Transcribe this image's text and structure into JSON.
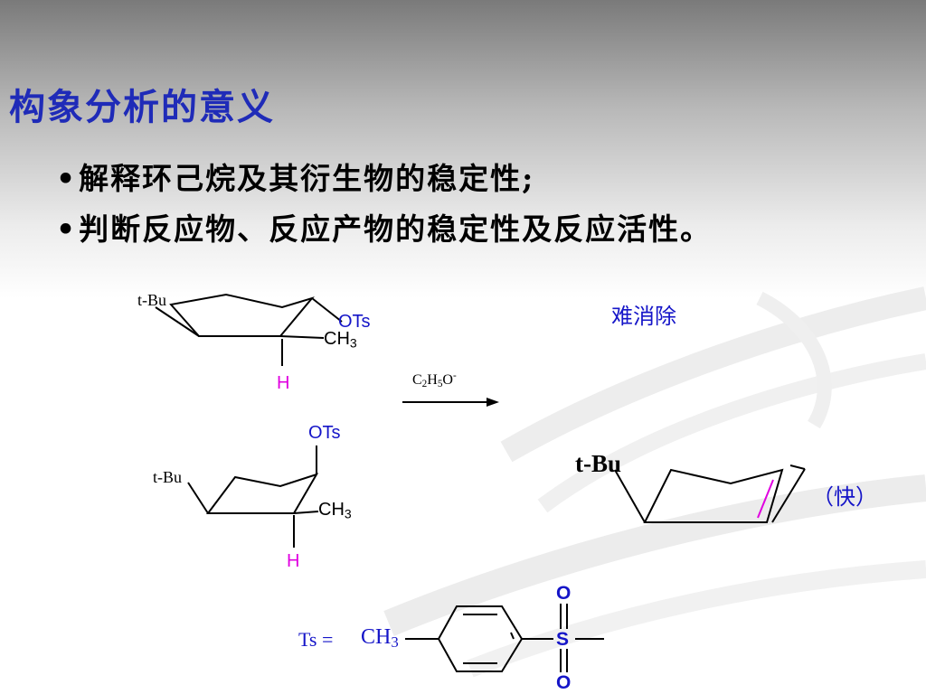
{
  "slide": {
    "title": "构象分析的意义",
    "bullets": [
      "解释环己烷及其衍生物的稳定性;",
      "判断反应物、反应产物的稳定性及反应活性。"
    ]
  },
  "reaction": {
    "reactant_top": {
      "tBu": "t-Bu",
      "leaving_group": "OTs",
      "methyl": "CH",
      "methyl_sub": "3",
      "hydrogen": "H"
    },
    "reactant_bottom": {
      "tBu": "t-Bu",
      "leaving_group": "OTs",
      "methyl": "CH",
      "methyl_sub": "3",
      "hydrogen": "H"
    },
    "reagent": {
      "c": "C",
      "c_sub": "2",
      "h": "H",
      "h_sub": "5",
      "o": "O",
      "charge": "-"
    },
    "slow_note": "难消除",
    "product": {
      "tBu": "t-Bu"
    },
    "fast_note": "（快）"
  },
  "ts_definition": {
    "prefix": "Ts =",
    "methyl": "CH",
    "methyl_sub": "3",
    "sulfur": "S",
    "oxygen_top": "O",
    "oxygen_bottom": "O"
  },
  "colors": {
    "title": "#1f2bb8",
    "blue_labels": "#1515c8",
    "hydrogen": "#e000e0",
    "double_bond": "#e000e0"
  }
}
